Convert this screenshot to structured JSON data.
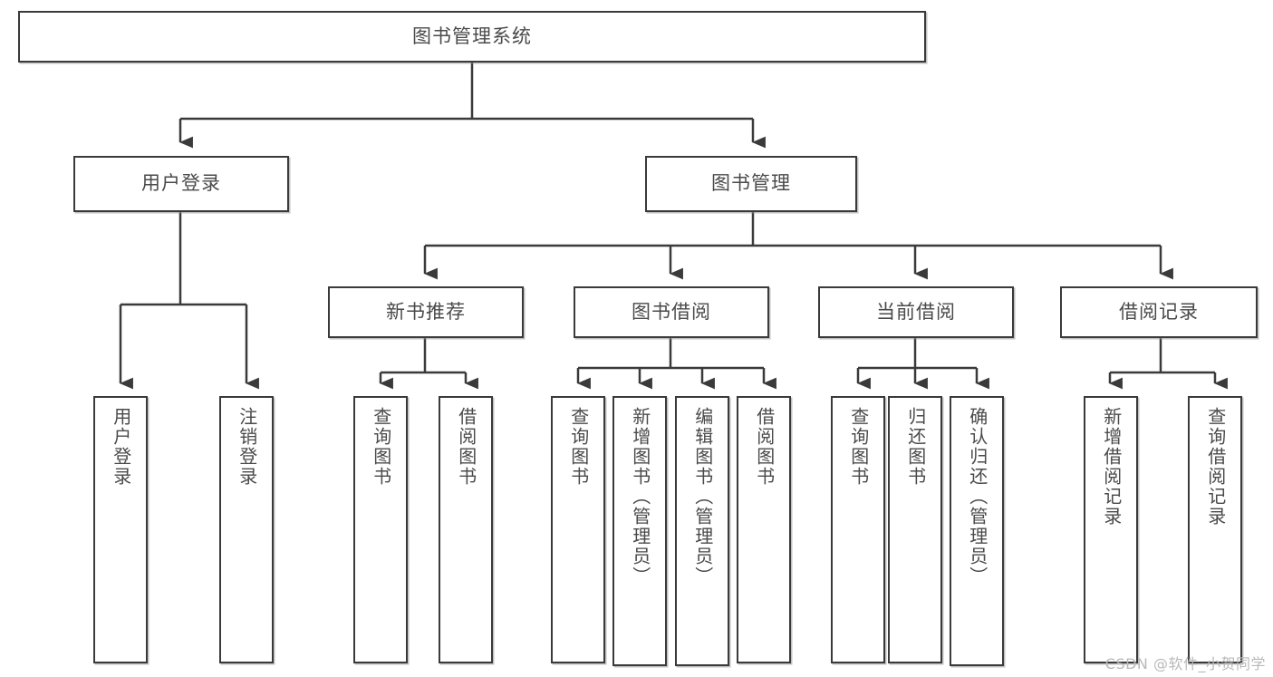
{
  "diagram": {
    "title": "图书管理系统",
    "type": "tree",
    "root": {
      "id": "root",
      "label": "图书管理系统"
    },
    "level2": [
      {
        "id": "user-login",
        "label": "用户登录"
      },
      {
        "id": "book-manage",
        "label": "图书管理"
      }
    ],
    "level3": [
      {
        "id": "new-book-recommend",
        "label": "新书推荐",
        "parent": "book-manage"
      },
      {
        "id": "book-borrow",
        "label": "图书借阅",
        "parent": "book-manage"
      },
      {
        "id": "current-borrow",
        "label": "当前借阅",
        "parent": "book-manage"
      },
      {
        "id": "borrow-record",
        "label": "借阅记录",
        "parent": "book-manage"
      }
    ],
    "leaves": [
      {
        "id": "leaf-user-login",
        "label": "用户登录",
        "parent": "user-login"
      },
      {
        "id": "leaf-logout",
        "label": "注销登录",
        "parent": "user-login"
      },
      {
        "id": "leaf-query-book-1",
        "label": "查询图书",
        "parent": "new-book-recommend"
      },
      {
        "id": "leaf-borrow-book-1",
        "label": "借阅图书",
        "parent": "new-book-recommend"
      },
      {
        "id": "leaf-query-book-2",
        "label": "查询图书",
        "parent": "book-borrow"
      },
      {
        "id": "leaf-add-book",
        "label": "新增图书（管理员）",
        "parent": "book-borrow"
      },
      {
        "id": "leaf-edit-book",
        "label": "编辑图书（管理员）",
        "parent": "book-borrow"
      },
      {
        "id": "leaf-borrow-book-2",
        "label": "借阅图书",
        "parent": "book-borrow"
      },
      {
        "id": "leaf-query-book-3",
        "label": "查询图书",
        "parent": "current-borrow"
      },
      {
        "id": "leaf-return-book",
        "label": "归还图书",
        "parent": "current-borrow"
      },
      {
        "id": "leaf-confirm-return",
        "label": "确认归还（管理员）",
        "parent": "current-borrow"
      },
      {
        "id": "leaf-add-record",
        "label": "新增借阅记录",
        "parent": "borrow-record"
      },
      {
        "id": "leaf-query-record",
        "label": "查询借阅记录",
        "parent": "borrow-record"
      }
    ],
    "colors": {
      "stroke": "#3a3a3a",
      "text": "#4a4a4a",
      "background": "#ffffff",
      "watermark": "#b9b9b9"
    }
  },
  "watermark": {
    "text": "CSDN @软件_小贺同学"
  }
}
